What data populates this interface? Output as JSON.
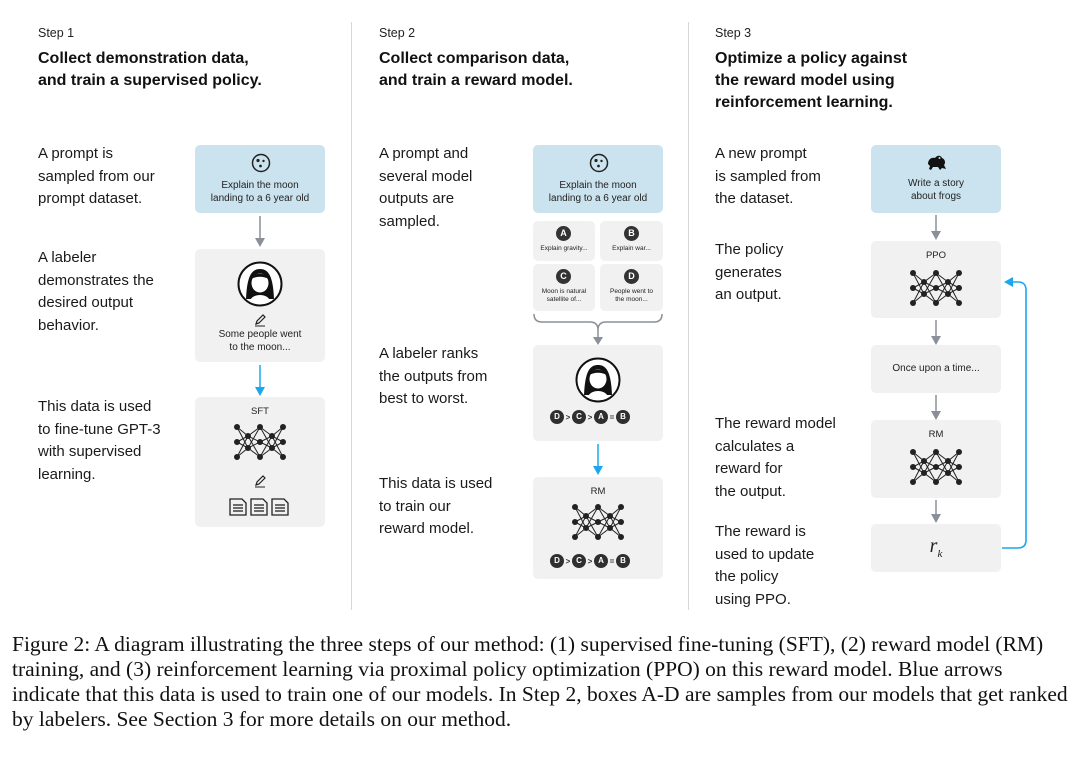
{
  "steps": [
    {
      "label": "Step 1",
      "title_line1": "Collect demonstration data,",
      "title_line2": "and train a supervised policy.",
      "descs": [
        [
          "A prompt is",
          "sampled from our",
          "prompt dataset."
        ],
        [
          "A labeler",
          "demonstrates the",
          "desired output",
          "behavior."
        ],
        [
          "This data is used",
          "to fine-tune GPT-3",
          "with supervised",
          "learning."
        ]
      ],
      "prompt_line1": "Explain the moon",
      "prompt_line2": "landing to a 6 year old",
      "demo_line1": "Some people went",
      "demo_line2": "to the moon...",
      "model": "SFT"
    },
    {
      "label": "Step 2",
      "title_line1": "Collect comparison data,",
      "title_line2": "and train a reward model.",
      "descs": [
        [
          "A prompt and",
          "several model",
          "outputs are",
          "sampled."
        ],
        [
          "A labeler ranks",
          "the outputs from",
          "best to worst."
        ],
        [
          "This data is used",
          "to train our",
          "reward model."
        ]
      ],
      "prompt_line1": "Explain the moon",
      "prompt_line2": "landing to a 6 year old",
      "samples": [
        {
          "letter": "A",
          "line1": "Explain gravity...",
          "line2": ""
        },
        {
          "letter": "B",
          "line1": "Explain war...",
          "line2": ""
        },
        {
          "letter": "C",
          "line1": "Moon is natural",
          "line2": "satellite of..."
        },
        {
          "letter": "D",
          "line1": "People went to",
          "line2": "the moon..."
        }
      ],
      "ranking": [
        "D",
        ">",
        "C",
        ">",
        "A",
        "=",
        "B"
      ],
      "model": "RM"
    },
    {
      "label": "Step 3",
      "title_line1": "Optimize a policy against",
      "title_line2": "the reward model using",
      "title_line3": "reinforcement learning.",
      "descs": [
        [
          "A new prompt",
          "is sampled from",
          "the dataset."
        ],
        [
          "The policy",
          "generates",
          "an output."
        ],
        [
          "The reward model",
          "calculates a",
          "reward for",
          "the output."
        ],
        [
          "The reward is",
          "used to update",
          "the policy",
          "using PPO."
        ]
      ],
      "prompt_line1": "Write a story",
      "prompt_line2": "about frogs",
      "policy": "PPO",
      "output": "Once upon a time...",
      "model": "RM",
      "reward_symbol": "r",
      "reward_sub": "k"
    }
  ],
  "caption": "Figure 2: A diagram illustrating the three steps of our method: (1) supervised fine-tuning (SFT), (2) reward model (RM) training, and (3) reinforcement learning via proximal policy optimization (PPO) on this reward model. Blue arrows indicate that this data is used to train one of our models. In Step 2, boxes A-D are samples from our models that get ranked by labelers. See Section 3 for more details on our method.",
  "colors": {
    "prompt_box": "#cbe3ee",
    "gray_box": "#f1f1f1",
    "blue_arrow": "#1aa7ec",
    "gray_arrow": "#8a8f99"
  },
  "icons": [
    "moon-icon",
    "frog-icon",
    "labeler-avatar-icon",
    "pencil-icon",
    "neural-network-icon",
    "documents-icon"
  ]
}
